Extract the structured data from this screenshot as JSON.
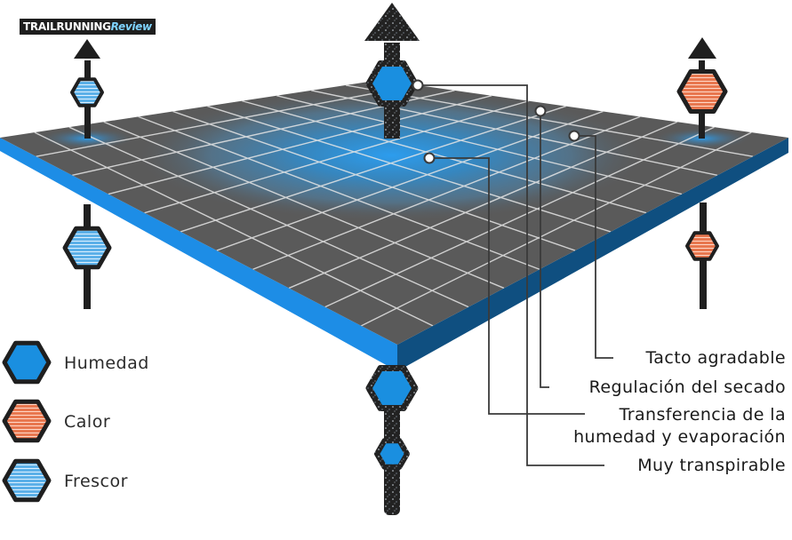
{
  "brand": {
    "part1": "TRAILRUNNING",
    "part2": "Review"
  },
  "legend": [
    {
      "label": "Humedad",
      "color": "#1a8fe0"
    },
    {
      "label": "Calor",
      "color": "#e8774f"
    },
    {
      "label": "Frescor",
      "color": "#5cb0e8"
    }
  ],
  "callouts": {
    "tacto": "Tacto agradable",
    "regulacion": "Regulación del secado",
    "transferencia_1": "Transferencia de la",
    "transferencia_2": "humedad y  evaporación",
    "transpirable": "Muy transpirable"
  },
  "colors": {
    "fabric_top": "#5a5a5a",
    "fabric_edge_left": "#1d8de6",
    "fabric_edge_right": "#0f4f80",
    "grid": "#e8e8e8",
    "glow": "#2a9cf0",
    "dark": "#1f1f1f"
  }
}
